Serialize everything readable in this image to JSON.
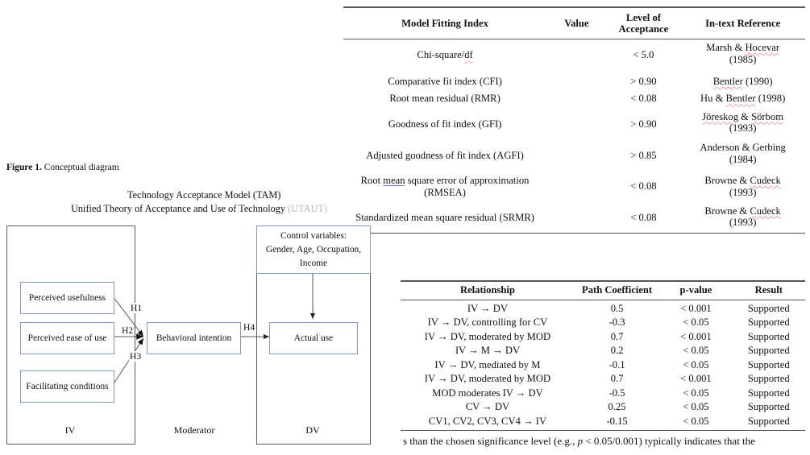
{
  "tables": {
    "fit_indices": {
      "headers": [
        "Model Fitting Index",
        "Value",
        "Level of Acceptance",
        "In-text Reference"
      ],
      "header_level_line1": "Level of",
      "header_level_line2": "Acceptance",
      "rows": [
        {
          "index": "Chi-square/df",
          "index_sq": "df",
          "value": "",
          "level": "< 5.0",
          "ref_line1": "Marsh & Hocevar",
          "ref_line2": "(1985)",
          "ref_sq": "Hocevar"
        },
        {
          "index": "Comparative fit index (CFI)",
          "value": "",
          "level": "> 0.90",
          "ref_line1": "Bentler (1990)",
          "ref_line2": "",
          "ref_sq": "Bentler"
        },
        {
          "index": "Root mean residual (RMR)",
          "value": "",
          "level": "< 0.08",
          "ref_line1": "Hu & Bentler (1998)",
          "ref_line2": "",
          "ref_sq": "Bentler"
        },
        {
          "index": "Goodness of fit index (GFI)",
          "value": "",
          "level": "> 0.90",
          "ref_line1": "Jöreskog & Sörbom",
          "ref_line2": "(1993)",
          "ref_sq": "Jöreskog"
        },
        {
          "index": "Adjusted goodness of fit index (AGFI)",
          "value": "",
          "level": "> 0.85",
          "ref_line1": "Anderson & Gerbing",
          "ref_line2": "(1984)",
          "ref_sq": ""
        },
        {
          "index": "Root mean square error of approximation",
          "index_line2": "(RMSEA)",
          "index_sq": "mean",
          "value": "",
          "level": "< 0.08",
          "ref_line1": "Browne & Cudeck",
          "ref_line2": "(1993)",
          "ref_sq": "Cudeck"
        },
        {
          "index": "Standardized mean square residual (SRMR)",
          "value": "",
          "level": "< 0.08",
          "ref_line1": "Browne & Cudeck",
          "ref_line2": "(1993)",
          "ref_sq": "Cudeck"
        }
      ]
    },
    "relationships": {
      "headers": [
        "Relationship",
        "Path Coefficient",
        "p-value",
        "Result"
      ],
      "rows": [
        {
          "relationship": "IV → DV",
          "path_coefficient": "0.5",
          "p_value": "< 0.001",
          "result": "Supported"
        },
        {
          "relationship": "IV → DV, controlling for CV",
          "path_coefficient": "-0.3",
          "p_value": "< 0.05",
          "result": "Supported"
        },
        {
          "relationship": "IV → DV, moderated by MOD",
          "path_coefficient": "0.7",
          "p_value": "< 0.001",
          "result": "Supported"
        },
        {
          "relationship": "IV → M → DV",
          "path_coefficient": "0.2",
          "p_value": "< 0.05",
          "result": "Supported"
        },
        {
          "relationship": "IV → DV, mediated by M",
          "path_coefficient": "-0.1",
          "p_value": "< 0.05",
          "result": "Supported"
        },
        {
          "relationship": "IV → DV, moderated by MOD",
          "path_coefficient": "0.7",
          "p_value": "< 0.001",
          "result": "Supported"
        },
        {
          "relationship": "MOD moderates IV → DV",
          "path_coefficient": "-0.5",
          "p_value": "< 0.05",
          "result": "Supported"
        },
        {
          "relationship": "CV → DV",
          "path_coefficient": "0.25",
          "p_value": "< 0.05",
          "result": "Supported"
        },
        {
          "relationship": "CV1, CV2, CV3, CV4 → IV",
          "path_coefficient": "-0.15",
          "p_value": "< 0.05",
          "result": "Supported"
        }
      ]
    }
  },
  "figure": {
    "caption_label": "Figure 1.",
    "caption_text": " Conceptual diagram",
    "model_titles": {
      "tam": "Technology Acceptance Model (TAM)",
      "utaut_visible": "Unified Theory of Acceptance and Use of Technology ",
      "utaut_faded": "(UTAUT)"
    },
    "zones": {
      "iv": "IV",
      "moderator": "Moderator",
      "dv": "DV"
    },
    "nodes": {
      "perceived_usefulness": "Perceived usefulness",
      "perceived_ease_of_use": "Perceived ease of use",
      "facilitating_conditions": "Facilitating conditions",
      "behavioral_intention": "Behavioral intention",
      "actual_use": "Actual use",
      "control_variables_line1": "Control variables:",
      "control_variables_line2": "Gender, Age, Occupation,",
      "control_variables_line3": "Income"
    },
    "hypotheses": {
      "h1": "H1",
      "h2": "H2",
      "h3": "H3",
      "h4": "H4"
    },
    "colors": {
      "node_border": "#8098c4",
      "container_border": "#5a5a5a",
      "connector": "#555555"
    }
  },
  "trailing_paragraph": {
    "part1": "s than the chosen significance level (e.g., ",
    "italic": "p",
    "part2": " < 0.05/0.001) typically indicates that the"
  }
}
